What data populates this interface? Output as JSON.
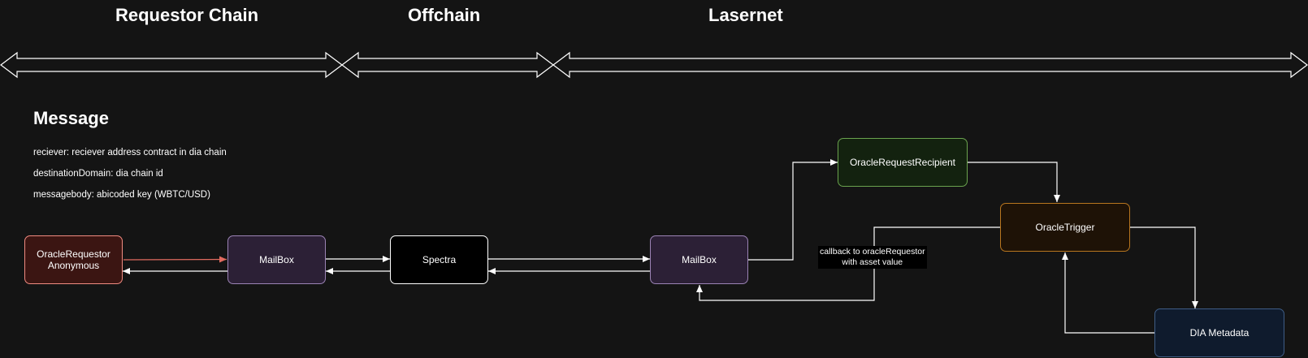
{
  "sections": [
    {
      "id": "requestor",
      "title": "Requestor Chain"
    },
    {
      "id": "offchain",
      "title": "Offchain"
    },
    {
      "id": "lasernet",
      "title": "Lasernet"
    }
  ],
  "message": {
    "title": "Message",
    "lines": [
      "reciever: reciever address contract in dia chain",
      "destinationDomain: dia chain id",
      "messagebody: abicoded key (WBTC/USD)"
    ]
  },
  "nodes": {
    "oracle_requestor": {
      "line1": "OracleRequestor",
      "line2": "Anonymous",
      "fill": "#3b1512",
      "stroke": "#f08a80"
    },
    "mailbox_requestor": {
      "label": "MailBox",
      "fill": "#2c2036",
      "stroke": "#9b83b5"
    },
    "spectra": {
      "label": "Spectra",
      "fill": "#000000",
      "stroke": "#ffffff"
    },
    "mailbox_lasernet": {
      "label": "MailBox",
      "fill": "#2c2036",
      "stroke": "#9b83b5"
    },
    "oracle_request_recipient": {
      "label": "OracleRequestRecipient",
      "fill": "#13220f",
      "stroke": "#6aa34e"
    },
    "oracle_trigger": {
      "label": "OracleTrigger",
      "fill": "#1e1206",
      "stroke": "#b8761f"
    },
    "dia_metadata": {
      "label": "DIA Metadata",
      "fill": "#0f1b2d",
      "stroke": "#3f5d86"
    }
  },
  "edge_labels": {
    "callback": {
      "line1": "callback to oracleRequestor",
      "line2": "with asset value"
    }
  },
  "colors": {
    "background": "#141414",
    "edge": "#ffffff",
    "highlight_edge": "#e06b5f"
  }
}
